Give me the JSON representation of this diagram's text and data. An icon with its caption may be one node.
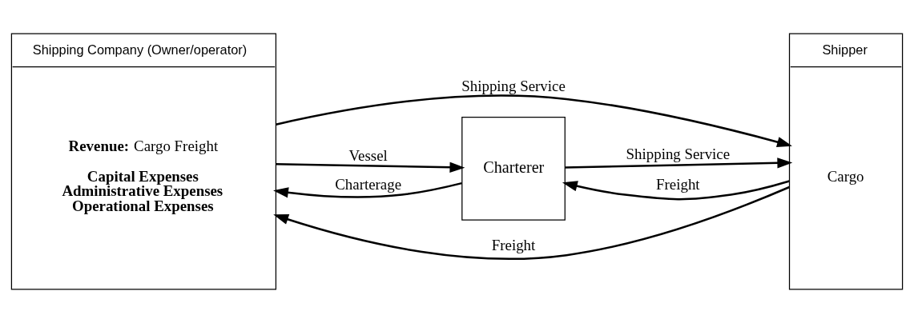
{
  "diagram": {
    "nodes": [
      {
        "text": [
          "Shipping Company (Owner/operator)",
          "**Revenue:** Cargo Freight",
          "Capital Expenses Administrative Expenses Operational Expenses"
        ]
      },
      {
        "text": [
          "Shipper",
          "Cargo"
        ]
      },
      {
        "text": [
          "Charterer"
        ]
      }
    ],
    "edges": [
      {
        "from": 1,
        "to": 0,
        "arrow": "to",
        "label": "Freight"
      },
      {
        "from": 0,
        "to": 1,
        "arrow": "to",
        "label": "Shipping Service"
      },
      {
        "from": 2,
        "to": 0,
        "arrow": "to",
        "label": "Charterage"
      },
      {
        "from": 0,
        "to": 2,
        "arrow": "to",
        "label": "Vessel"
      },
      {
        "from": 1,
        "to": 2,
        "arrow": "to",
        "label": "Freight"
      },
      {
        "from": 2,
        "to": 1,
        "arrow": "to",
        "label": "Shipping Service"
      }
    ]
  }
}
